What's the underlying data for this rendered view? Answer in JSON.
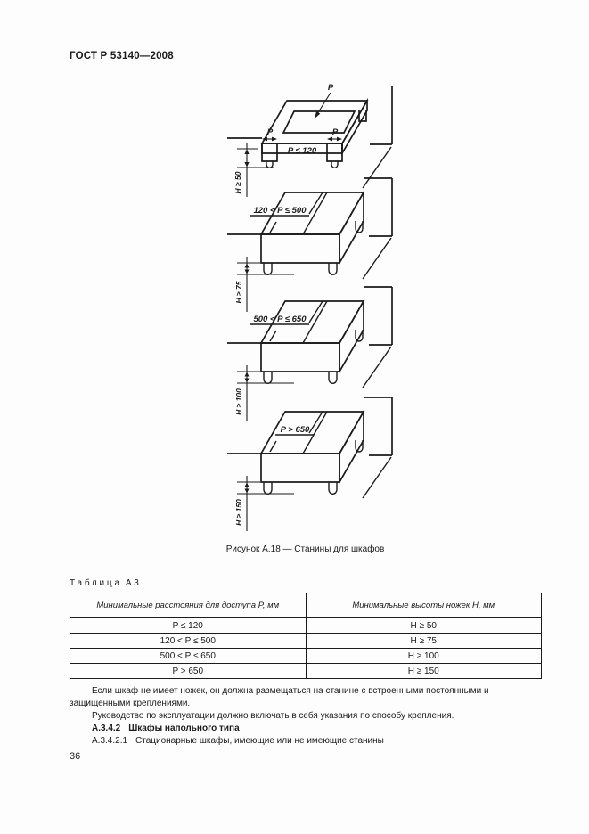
{
  "page": {
    "standard": "ГОСТ Р 53140—2008",
    "number": "36"
  },
  "figure": {
    "caption": "Рисунок А.18 — Станины для шкафов",
    "diagrams": [
      {
        "p_top": "P",
        "p_side_left": "P",
        "p_side_right": "P",
        "range": "P ≤ 120",
        "height": "H ≥ 50"
      },
      {
        "range": "120 < P ≤ 500",
        "height": "H ≥ 75"
      },
      {
        "range": "500 < P ≤ 650",
        "height": "H ≥ 100"
      },
      {
        "range": "P > 650",
        "height": "H ≥ 150"
      }
    ]
  },
  "table": {
    "label_word": "Таблица",
    "label_num": "А.3",
    "columns": [
      "Минимальные расстояния для доступа P, мм",
      "Минимальные высоты ножек H, мм"
    ],
    "rows": [
      {
        "p": "P ≤ 120",
        "h": "H ≥ 50"
      },
      {
        "p": "120 < P ≤ 500",
        "h": "H ≥ 75"
      },
      {
        "p": "500 < P ≤ 650",
        "h": "H ≥ 100"
      },
      {
        "p": "P > 650",
        "h": "H ≥ 150"
      }
    ]
  },
  "text": {
    "p1": "Если шкаф не имеет ножек, он должна размещаться на станине с встроенными постоянными и защищенными креплениями.",
    "p2": "Руководство по эксплуатации должно включать в себя указания по способу крепления.",
    "h1_num": "А.3.4.2",
    "h1_title": "Шкафы напольного типа",
    "p3_num": "А.3.4.2.1",
    "p3_text": "Стационарные шкафы, имеющие или не имеющие станины"
  }
}
